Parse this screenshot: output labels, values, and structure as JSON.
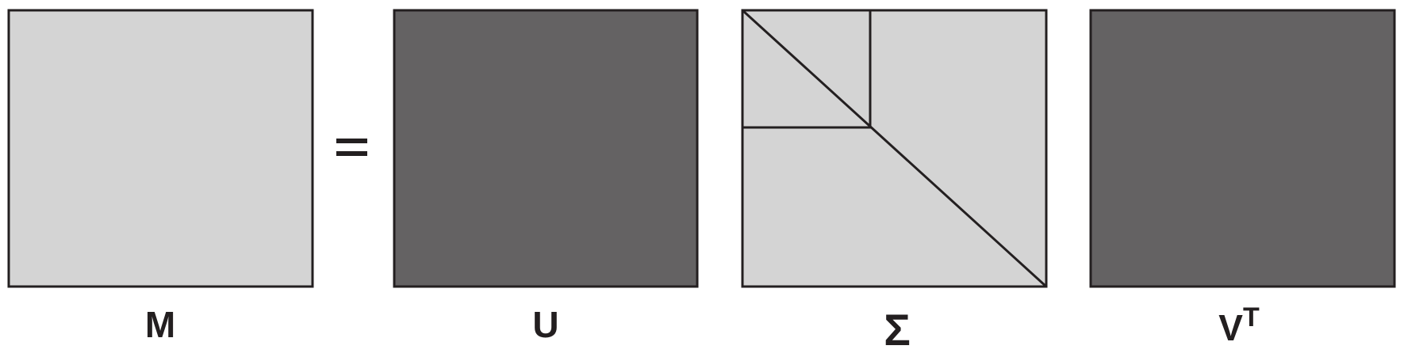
{
  "colors": {
    "light_fill": "#d4d4d4",
    "dark_fill": "#646263",
    "stroke": "#231f20",
    "background": "#ffffff"
  },
  "matrices": [
    {
      "id": "M",
      "label": "M",
      "shade": "light"
    },
    {
      "id": "U",
      "label": "U",
      "shade": "dark"
    },
    {
      "id": "Sigma",
      "label": "Σ",
      "shade": "light"
    },
    {
      "id": "VT",
      "label": "V",
      "superscript": "T",
      "shade": "dark"
    }
  ],
  "equals_symbol": "="
}
